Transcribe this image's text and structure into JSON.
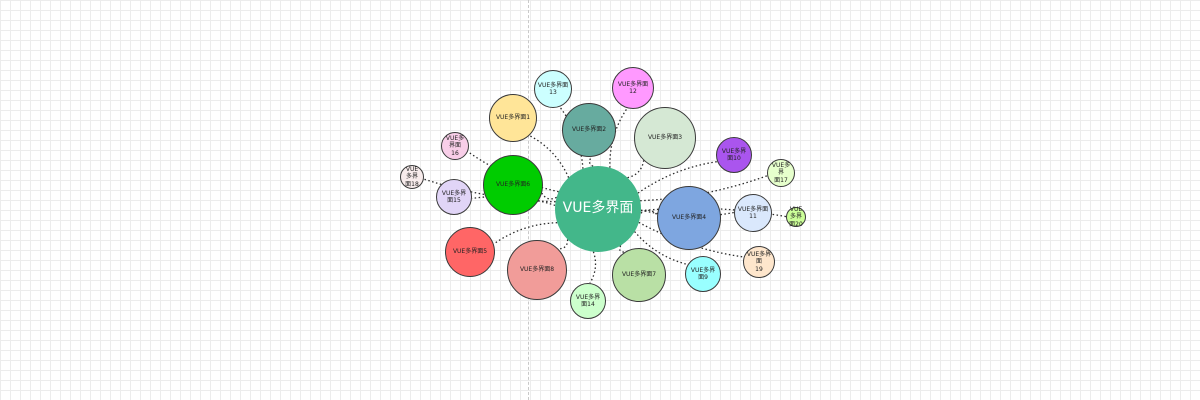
{
  "diagram": {
    "root": {
      "id": "root",
      "label": "VUE多界面",
      "color": "#43b78a"
    },
    "nodes": [
      {
        "id": "n1",
        "label": "VUE多界面1",
        "color": "#ffe598"
      },
      {
        "id": "n2",
        "label": "VUE多界面2",
        "color": "#67ab9f"
      },
      {
        "id": "n3",
        "label": "VUE多界面3",
        "color": "#d5e8d4"
      },
      {
        "id": "n4",
        "label": "VUE多界面4",
        "color": "#7ea6e0"
      },
      {
        "id": "n5",
        "label": "VUE多界面5",
        "color": "#ff6666"
      },
      {
        "id": "n6",
        "label": "VUE多界面6",
        "color": "#00cc00"
      },
      {
        "id": "n7",
        "label": "VUE多界面7",
        "color": "#b9e0a5"
      },
      {
        "id": "n8",
        "label": "VUE多界面8",
        "color": "#f19c99"
      },
      {
        "id": "n9",
        "label": "VUE多界面9",
        "color": "#99ffff"
      },
      {
        "id": "n10",
        "label": "VUE多界面10",
        "color": "#aa55ee"
      },
      {
        "id": "n11",
        "label": "VUE多界面11",
        "color": "#dae8fc"
      },
      {
        "id": "n12",
        "label": "VUE多界面12",
        "color": "#ff99ff"
      },
      {
        "id": "n13",
        "label": "VUE多界面13",
        "color": "#ccffff"
      },
      {
        "id": "n14",
        "label": "VUE多界面14",
        "color": "#ccffcc"
      },
      {
        "id": "n15",
        "label": "VUE多界面15",
        "color": "#e1d5f7"
      },
      {
        "id": "n16",
        "label": "VUE多界面\n16",
        "color": "#f8cee8"
      },
      {
        "id": "n17",
        "label": "VUE多界\n面17",
        "color": "#e6ffcc"
      },
      {
        "id": "n18",
        "label": "VUE多界\n面18",
        "color": "#f8ecec"
      },
      {
        "id": "n19",
        "label": "VUE多界面\n19",
        "color": "#fee6cc"
      },
      {
        "id": "n20",
        "label": "VUE多界\n面20",
        "color": "#ccff99"
      }
    ]
  }
}
